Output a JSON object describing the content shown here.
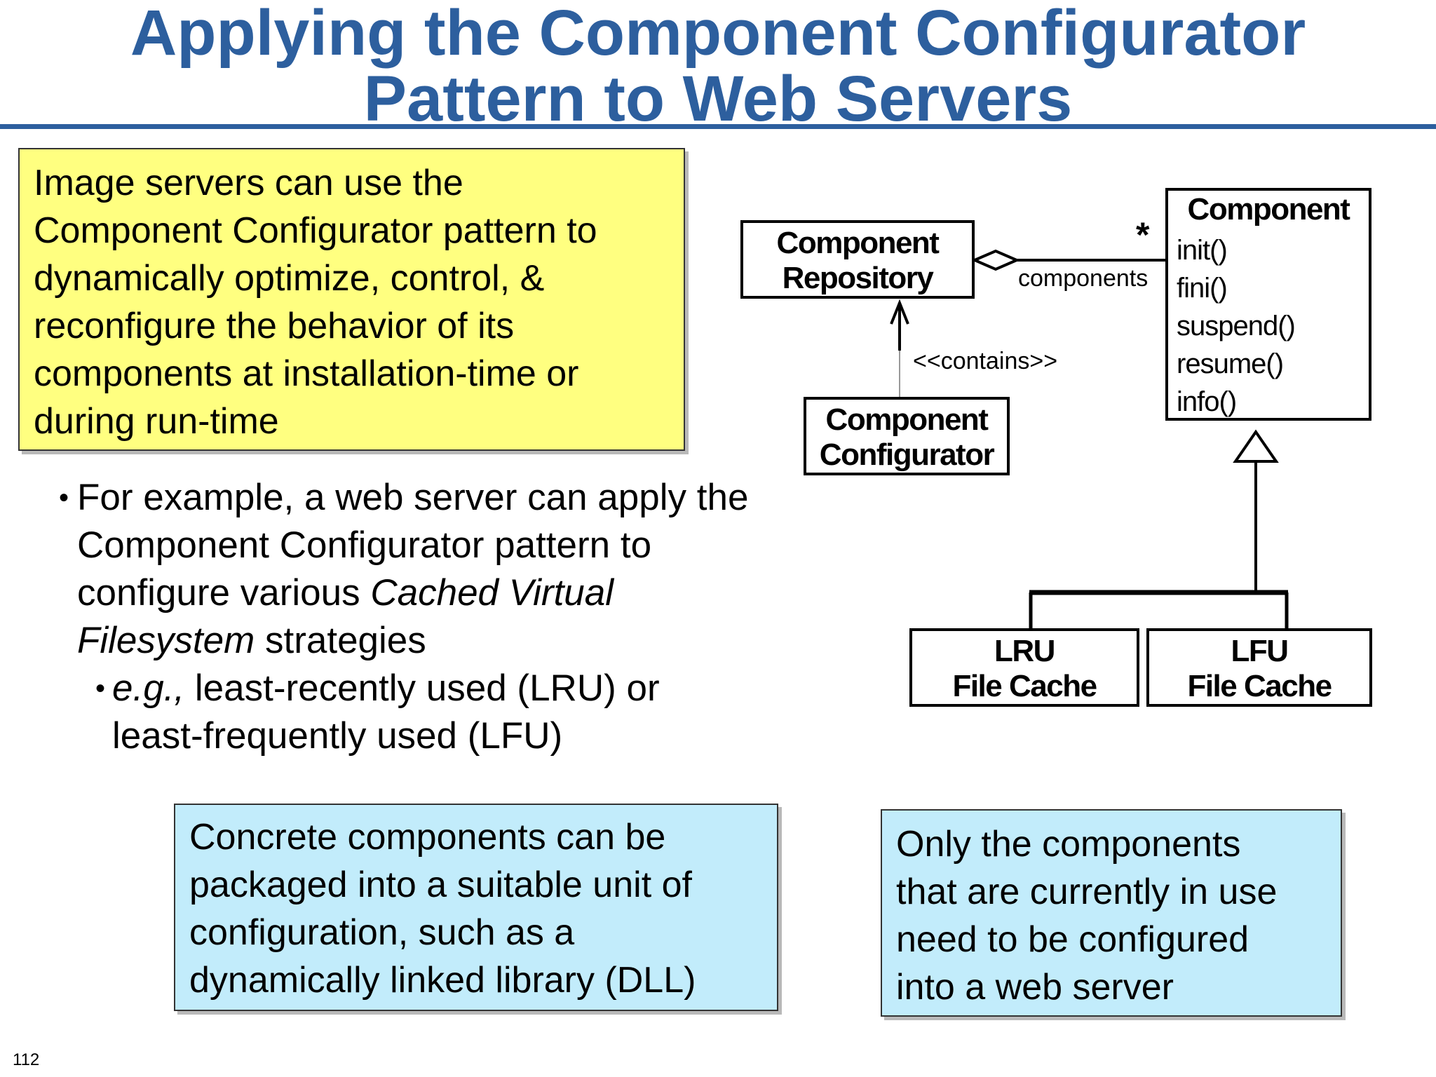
{
  "slide": {
    "title_line1": "Applying the Component Configurator",
    "title_line2": "Pattern to Web Servers",
    "page_number": "112"
  },
  "callouts": {
    "yellow": [
      "Image servers can use the",
      "Component Configurator pattern to",
      "dynamically optimize, control, &",
      "reconfigure the behavior of its",
      "components at installation-time or",
      "during run-time"
    ],
    "blue_left": [
      "Concrete components can be",
      "packaged into a suitable unit of",
      "configuration, such as a",
      "dynamically linked library (DLL)"
    ],
    "blue_right": [
      "Only the components",
      "that are currently in use",
      "need to be configured",
      "into a web server"
    ]
  },
  "bullets": {
    "level1": {
      "line1": "For example, a web server can apply the",
      "line2": "Component Configurator pattern to",
      "line3_normal": "configure various ",
      "line3_italic": "Cached Virtual",
      "line4_italic": "Filesystem",
      "line4_normal": " strategies"
    },
    "level2": {
      "line1_italic": "e.g.,",
      "line1_normal": " least-recently used (LRU) or",
      "line2": "least-frequently used (LFU)"
    }
  },
  "diagram": {
    "repository": [
      "Component",
      "Repository"
    ],
    "configurator": [
      "Component",
      "Configurator"
    ],
    "component_title": "Component",
    "component_methods": [
      "init()",
      "fini()",
      "suspend()",
      "resume()",
      "info()"
    ],
    "association_label": "components",
    "multiplicity": "*",
    "contains_label": "<<contains>>",
    "lru": [
      "LRU",
      "File Cache"
    ],
    "lfu": [
      "LFU",
      "File Cache"
    ]
  }
}
